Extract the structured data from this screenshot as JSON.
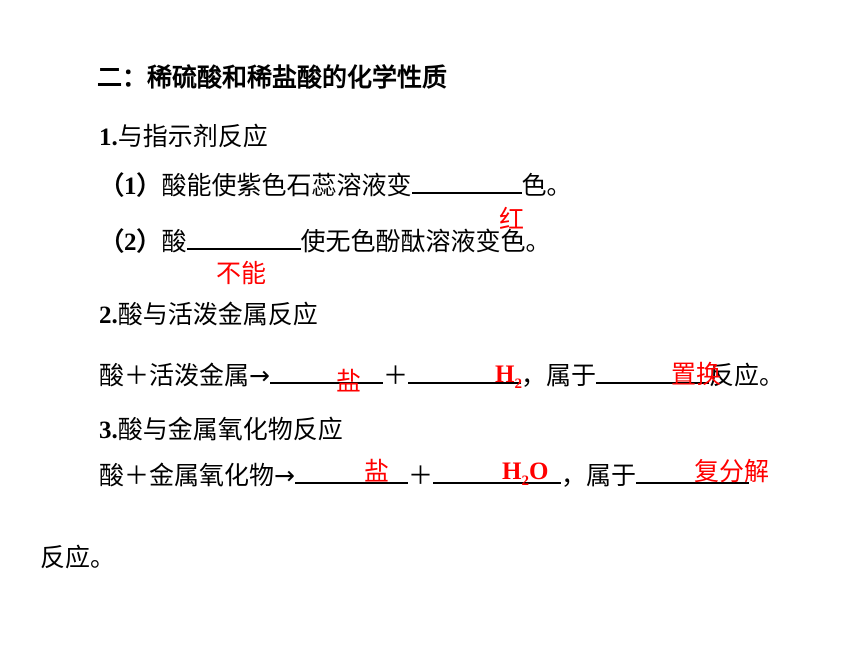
{
  "heading": "二：稀硫酸和稀盐酸的化学性质",
  "section1": {
    "title_num": "1.",
    "title": "与指示剂反应",
    "item1_num": "（1）",
    "item1_before": "酸能使紫色石蕊溶液变",
    "item1_after": "色。",
    "item1_answer": "红",
    "item2_num": "（2）",
    "item2_before": "酸",
    "item2_after": "使无色酚酞溶液变色。",
    "item2_answer": "不能"
  },
  "section2": {
    "title_num": "2.",
    "title": "酸与活泼金属反应",
    "eq_lhs": "酸＋活泼金属→",
    "plus": "＋",
    "belongs": "，属于",
    "reaction": "反应。",
    "answer_product": "盐",
    "answer_gas_main": "H",
    "answer_gas_sub": "2",
    "answer_type": "置换"
  },
  "section3": {
    "title_num": "3.",
    "title": "酸与金属氧化物反应",
    "eq_lhs": "酸＋金属氧化物→",
    "plus": "＋",
    "belongs": "，属于",
    "reaction_tail": "反应。",
    "answer_product": "盐",
    "answer_water_h": "H",
    "answer_water_sub": "2",
    "answer_water_o": "O",
    "answer_type": "复分解"
  }
}
